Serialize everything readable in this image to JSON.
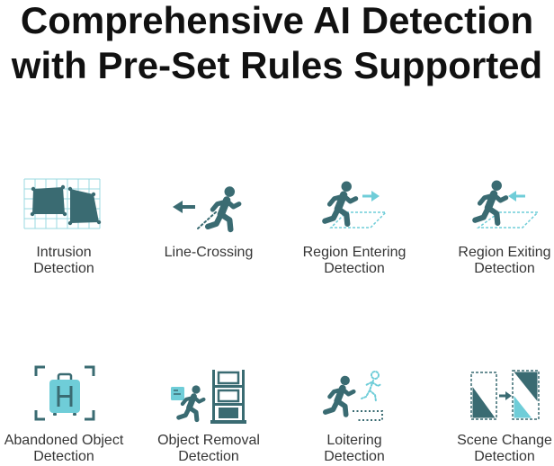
{
  "title": {
    "line1": "Comprehensive AI Detection",
    "line2": "with Pre-Set Rules Supported"
  },
  "colors": {
    "title": "#111111",
    "caption": "#363636",
    "icon_dark": "#3a6b72",
    "icon_accent": "#6fcdd8",
    "icon_grid": "#9ad8e1",
    "background": "#ffffff"
  },
  "features": [
    {
      "icon": "intrusion-zone-icon",
      "lines": [
        "Intrusion",
        "Detection"
      ]
    },
    {
      "icon": "line-crossing-icon",
      "lines": [
        "Line-Crossing"
      ]
    },
    {
      "icon": "region-entering-icon",
      "lines": [
        "Region Entering",
        "Detection"
      ]
    },
    {
      "icon": "region-exiting-icon",
      "lines": [
        "Region Exiting",
        "Detection"
      ]
    },
    {
      "icon": "abandoned-object-icon",
      "lines": [
        "Abandoned Object",
        "Detection"
      ]
    },
    {
      "icon": "object-removal-icon",
      "lines": [
        "Object Removal",
        "Detection"
      ]
    },
    {
      "icon": "loitering-icon",
      "lines": [
        "Loitering",
        "Detection"
      ]
    },
    {
      "icon": "scene-change-icon",
      "lines": [
        "Scene Change",
        "Detection"
      ]
    }
  ]
}
